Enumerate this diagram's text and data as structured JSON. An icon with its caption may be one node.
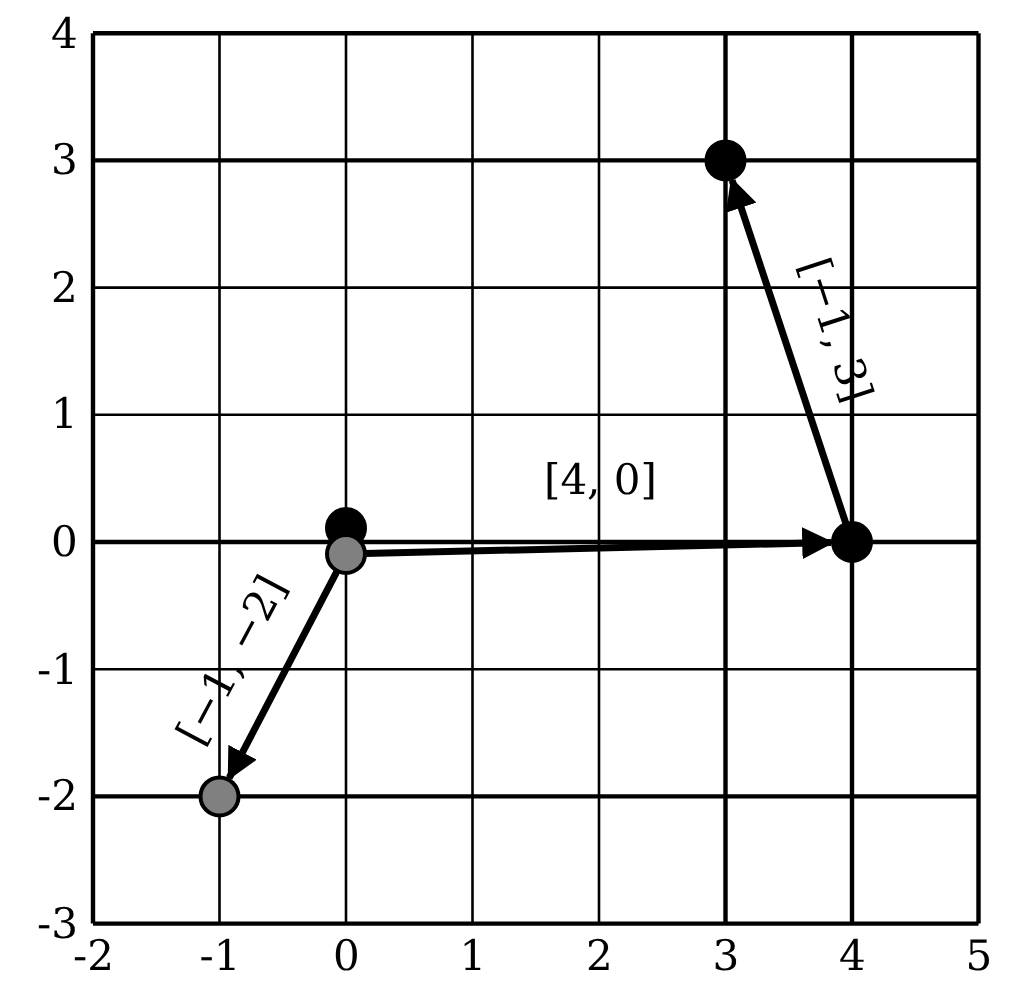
{
  "diagram": {
    "nodes": [
      {
        "text": [],
        "shape": "circle"
      },
      {
        "text": [],
        "shape": "circle"
      },
      {
        "text": [],
        "shape": "circle"
      },
      {
        "text": [],
        "shape": "circle"
      },
      {
        "text": [],
        "shape": "circle"
      }
    ],
    "edges": [
      {
        "from": 2,
        "to": 4,
        "arrow": "to",
        "label": "[4, 0]"
      },
      {
        "from": 4,
        "to": 3,
        "arrow": "to",
        "label": "[−1, 3]"
      },
      {
        "from": 2,
        "to": 0,
        "arrow": "to",
        "label": "[−1, −2]"
      }
    ],
    "labels": [
      "4",
      "3",
      "2",
      "1",
      "0",
      "-1",
      "-2",
      "-3",
      "-2",
      "-1",
      "0",
      "1",
      "2",
      "3",
      "4",
      "5"
    ]
  }
}
